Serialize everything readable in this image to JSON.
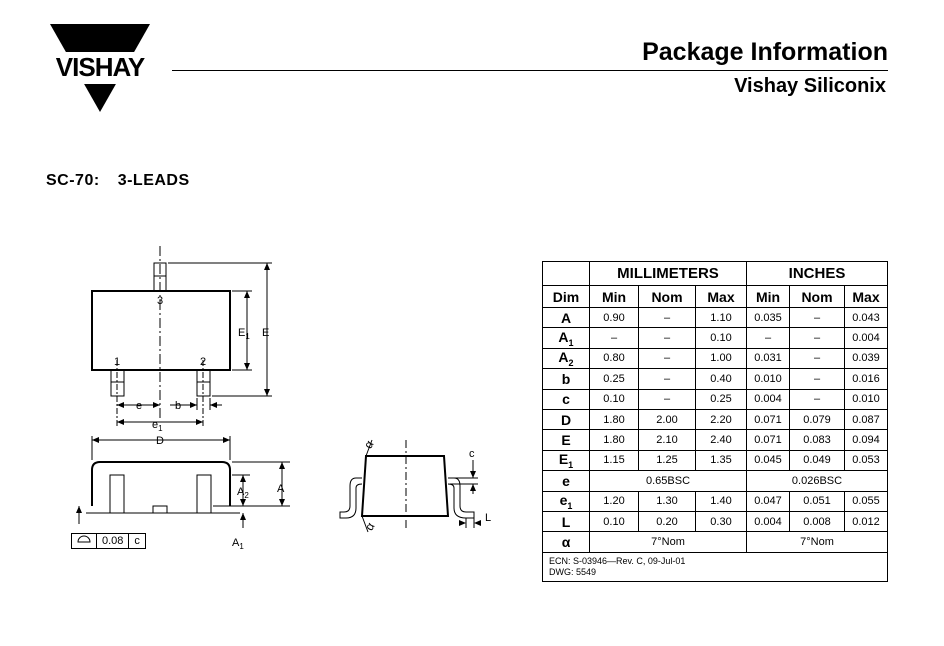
{
  "header": {
    "logo_text": "VISHAY",
    "title": "Package Information",
    "subtitle": "Vishay Siliconix"
  },
  "package": {
    "name": "SC-70:",
    "leads": "3-LEADS"
  },
  "drawing_labels": {
    "pin1": "1",
    "pin2": "2",
    "pin3": "3",
    "E1": "E",
    "E1_sub": "1",
    "E": "E",
    "e": "e",
    "b": "b",
    "e1": "e",
    "e1_sub": "1",
    "D": "D",
    "A2": "A",
    "A2_sub": "2",
    "A": "A",
    "A1": "A",
    "A1_sub": "1",
    "c": "c",
    "L": "L",
    "alpha": "α"
  },
  "tolerance": {
    "value": "0.08",
    "ref": "c"
  },
  "table": {
    "group_mm": "MILLIMETERS",
    "group_in": "INCHES",
    "col_dim": "Dim",
    "col_min": "Min",
    "col_nom": "Nom",
    "col_max": "Max",
    "rows": [
      {
        "dim": "A",
        "sub": "",
        "mm_min": "0.90",
        "mm_nom": "–",
        "mm_max": "1.10",
        "in_min": "0.035",
        "in_nom": "–",
        "in_max": "0.043"
      },
      {
        "dim": "A",
        "sub": "1",
        "mm_min": "–",
        "mm_nom": "–",
        "mm_max": "0.10",
        "in_min": "–",
        "in_nom": "–",
        "in_max": "0.004"
      },
      {
        "dim": "A",
        "sub": "2",
        "mm_min": "0.80",
        "mm_nom": "–",
        "mm_max": "1.00",
        "in_min": "0.031",
        "in_nom": "–",
        "in_max": "0.039"
      },
      {
        "dim": "b",
        "sub": "",
        "mm_min": "0.25",
        "mm_nom": "–",
        "mm_max": "0.40",
        "in_min": "0.010",
        "in_nom": "–",
        "in_max": "0.016"
      },
      {
        "dim": "c",
        "sub": "",
        "mm_min": "0.10",
        "mm_nom": "–",
        "mm_max": "0.25",
        "in_min": "0.004",
        "in_nom": "–",
        "in_max": "0.010"
      },
      {
        "dim": "D",
        "sub": "",
        "mm_min": "1.80",
        "mm_nom": "2.00",
        "mm_max": "2.20",
        "in_min": "0.071",
        "in_nom": "0.079",
        "in_max": "0.087"
      },
      {
        "dim": "E",
        "sub": "",
        "mm_min": "1.80",
        "mm_nom": "2.10",
        "mm_max": "2.40",
        "in_min": "0.071",
        "in_nom": "0.083",
        "in_max": "0.094"
      },
      {
        "dim": "E",
        "sub": "1",
        "mm_min": "1.15",
        "mm_nom": "1.25",
        "mm_max": "1.35",
        "in_min": "0.045",
        "in_nom": "0.049",
        "in_max": "0.053"
      }
    ],
    "row_e": {
      "dim": "e",
      "mm_span": "0.65BSC",
      "in_span": "0.026BSC"
    },
    "rows2": [
      {
        "dim": "e",
        "sub": "1",
        "mm_min": "1.20",
        "mm_nom": "1.30",
        "mm_max": "1.40",
        "in_min": "0.047",
        "in_nom": "0.051",
        "in_max": "0.055"
      },
      {
        "dim": "L",
        "sub": "",
        "mm_min": "0.10",
        "mm_nom": "0.20",
        "mm_max": "0.30",
        "in_min": "0.004",
        "in_nom": "0.008",
        "in_max": "0.012"
      }
    ],
    "row_alpha": {
      "dim": "α",
      "mm_span": "7°Nom",
      "in_span": "7°Nom"
    },
    "ecn": "ECN: S-03946—Rev. C, 09-Jul-01",
    "dwg": "DWG:  5549"
  }
}
